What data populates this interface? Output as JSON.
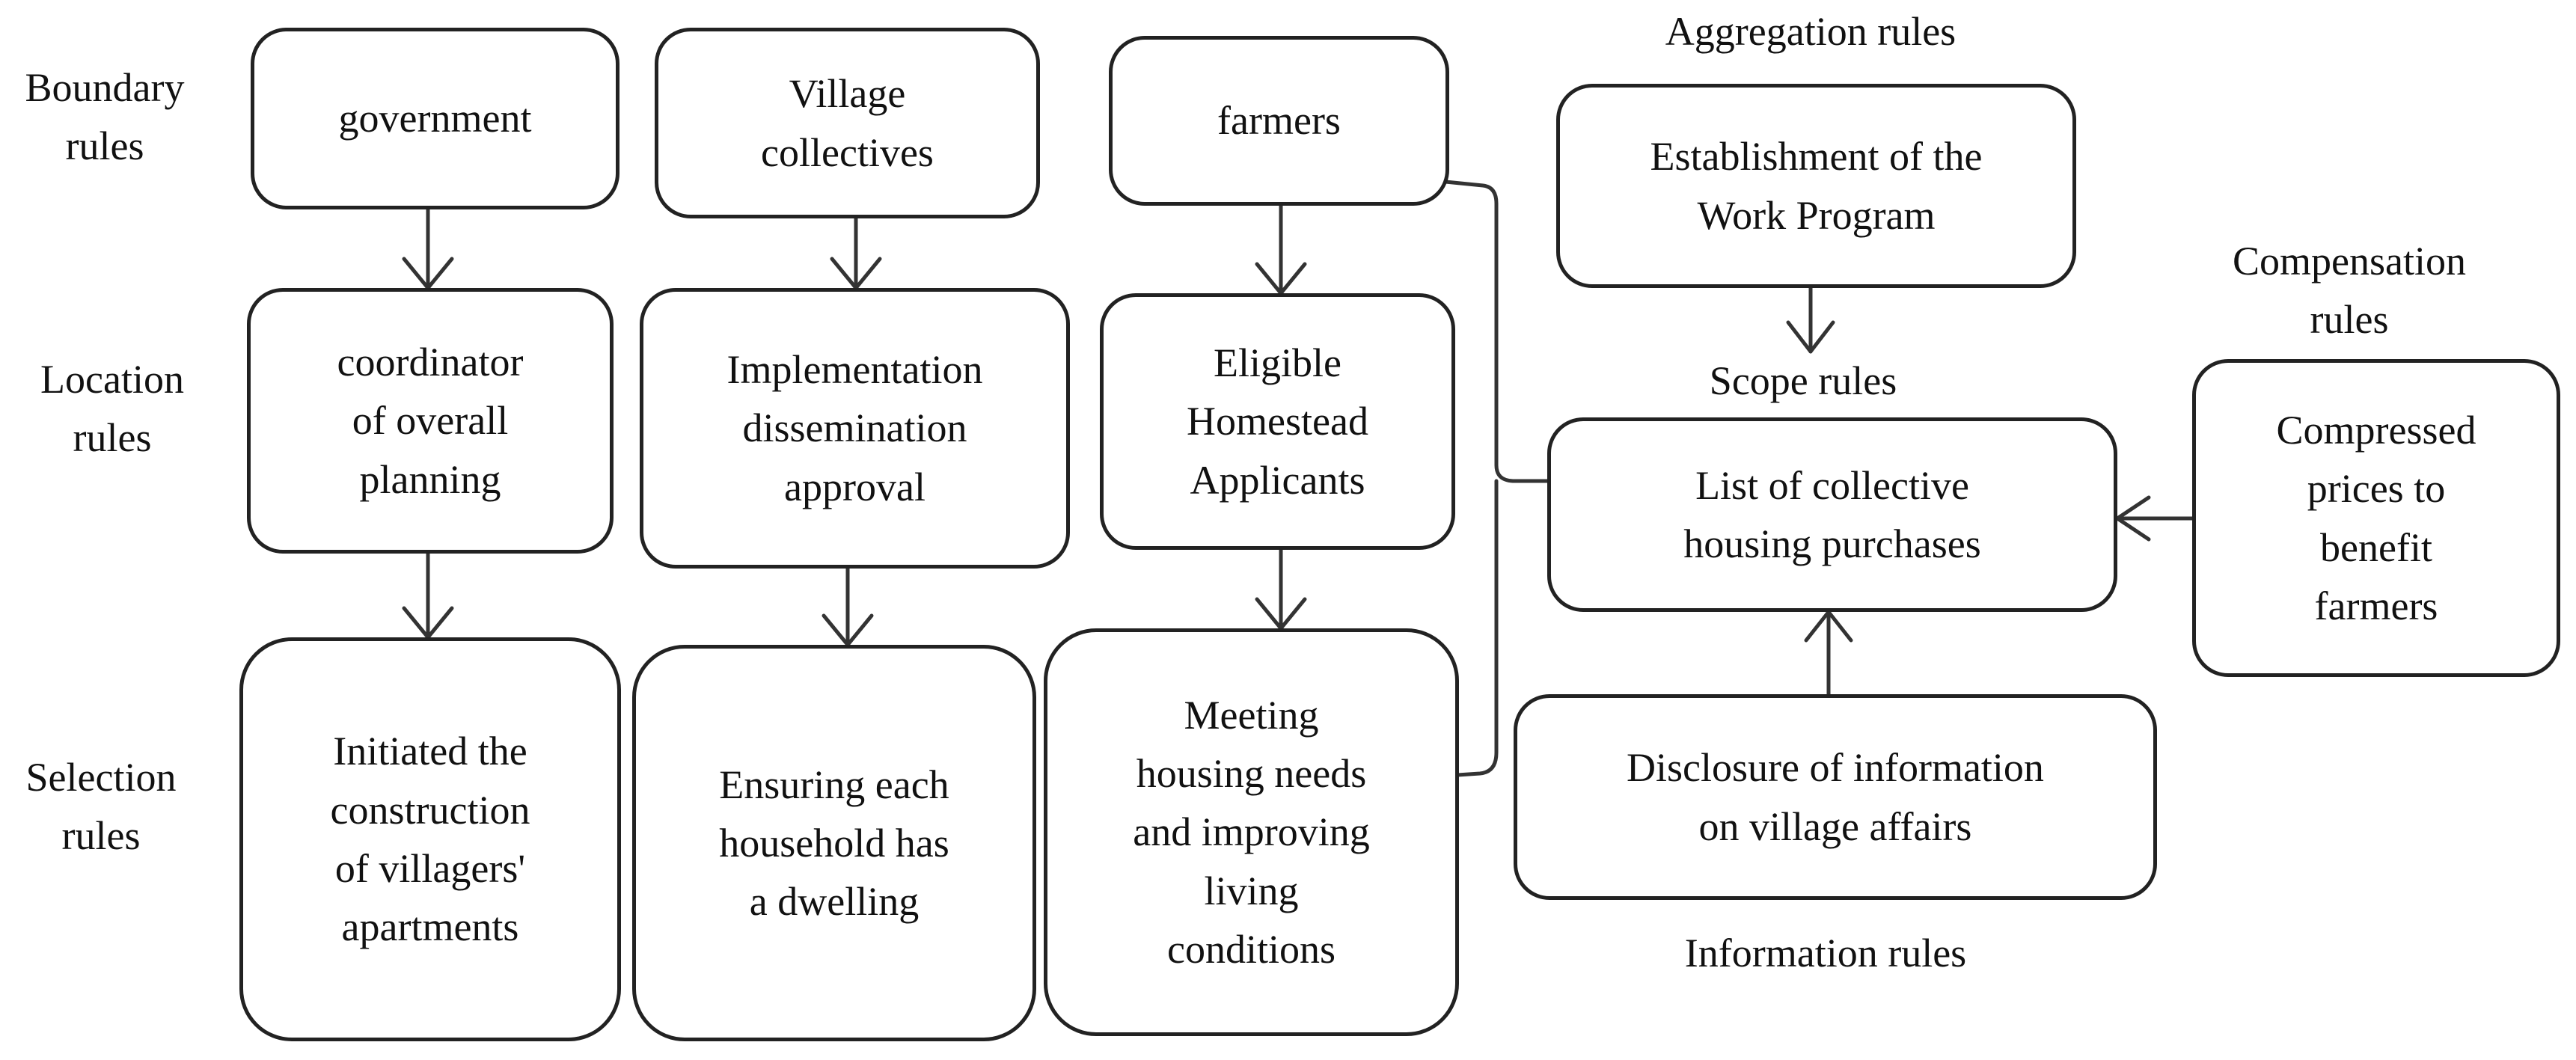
{
  "row_labels": {
    "boundary": "Boundary\nrules",
    "location": "Location\nrules",
    "selection": "Selection\nrules"
  },
  "rule_labels": {
    "aggregation": "Aggregation rules",
    "scope": "Scope rules",
    "compensation": "Compensation\nrules",
    "information": "Information rules"
  },
  "boxes": {
    "government": "government",
    "village_collectives": "Village\ncollectives",
    "farmers": "farmers",
    "coordinator": "coordinator\nof overall\nplanning",
    "implementation": "Implementation\ndissemination\napproval",
    "eligible": "Eligible\nHomestead\nApplicants",
    "initiated": "Initiated  the\nconstruction\nof  villagers'\napartments",
    "ensuring": "Ensuring each\nhousehold has\na dwelling",
    "meeting": "Meeting\nhousing needs\nand improving\nliving\nconditions",
    "work_program": "Establishment of the\nWork Program",
    "housing_list": "List of collective\nhousing purchases",
    "compressed": "Compressed\nprices to\nbenefit\nfarmers",
    "disclosure": "Disclosure of information\non village affairs"
  }
}
